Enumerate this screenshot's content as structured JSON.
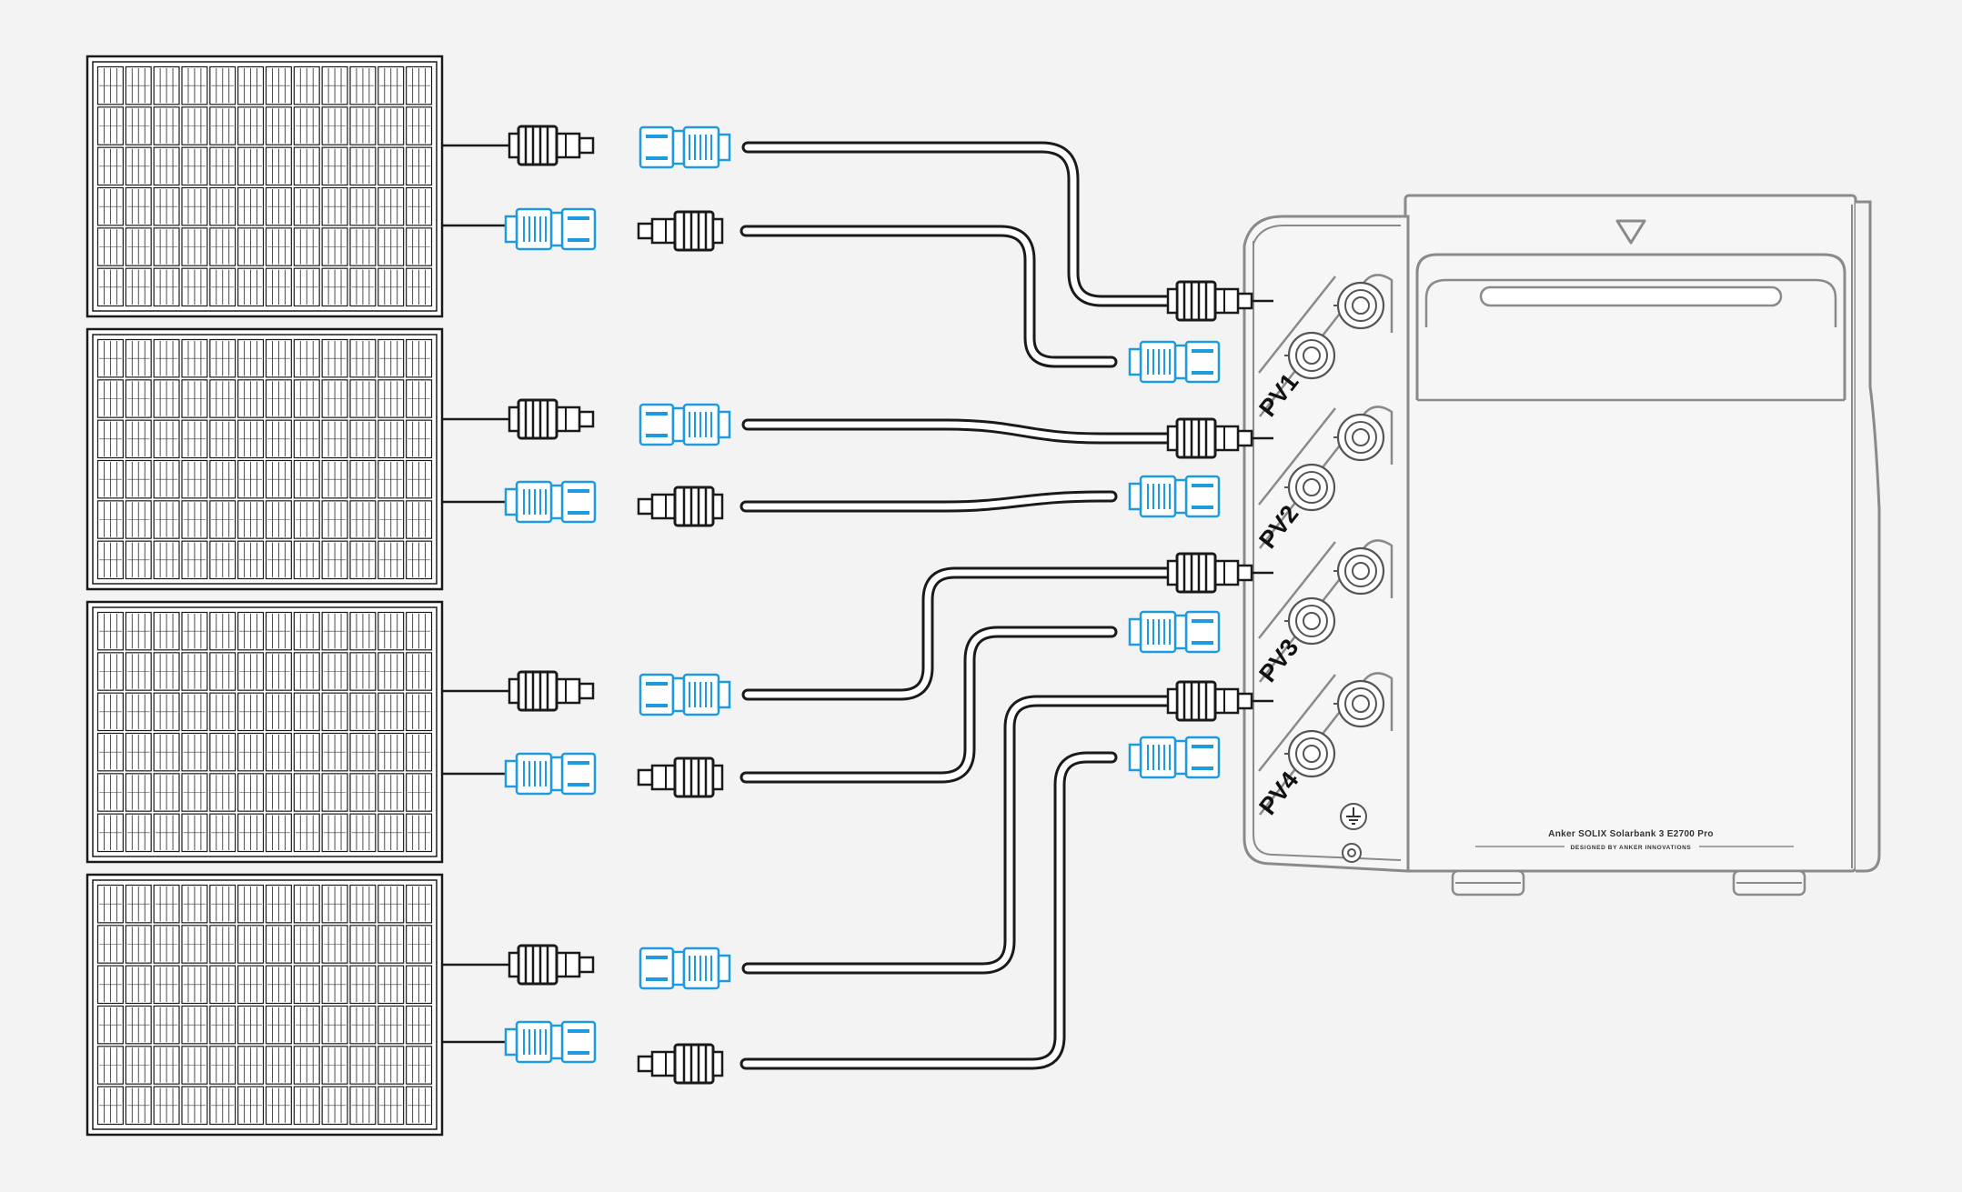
{
  "colors": {
    "background": "#f3f3f3",
    "line": "#1a1a1a",
    "device_outline": "#8a8a8a",
    "connector_female": "#1e9be0",
    "connector_male": "#1a1a1a"
  },
  "device": {
    "brand_text": "Anker SOLIX Solarbank 3 E2700 Pro",
    "sub_text": "DESIGNED BY ANKER INNOVATIONS",
    "ports": [
      {
        "label": "PV1"
      },
      {
        "label": "PV2"
      },
      {
        "label": "PV3"
      },
      {
        "label": "PV4"
      }
    ],
    "icons": [
      "triangle-marker-icon",
      "ground-icon"
    ]
  },
  "panels": [
    {
      "name": "solar-panel-1"
    },
    {
      "name": "solar-panel-2"
    },
    {
      "name": "solar-panel-3"
    },
    {
      "name": "solar-panel-4"
    }
  ]
}
